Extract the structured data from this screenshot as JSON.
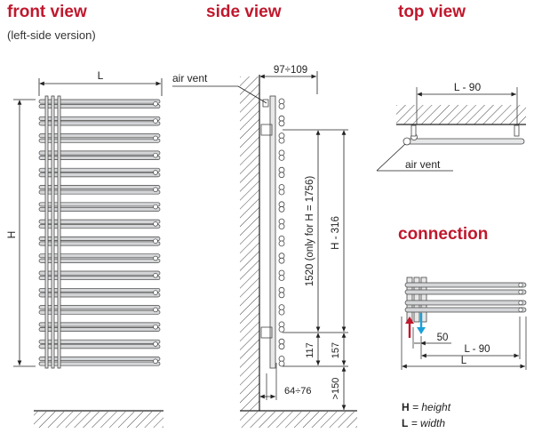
{
  "titles": {
    "front": "front view",
    "front_sub": "(left-side version)",
    "side": "side view",
    "top": "top view",
    "connection": "connection"
  },
  "front": {
    "width_label": "L",
    "height_label": "H"
  },
  "side": {
    "air_vent": "air vent",
    "depth_top": "97÷109",
    "spacing": "1520 (only for H = 1756)",
    "height_minus": "H - 316",
    "bottom_117": "117",
    "bottom_157": "157",
    "depth_bottom": "64÷76",
    "floor_gap": ">150"
  },
  "top": {
    "width": "L - 90",
    "air_vent": "air vent"
  },
  "connection": {
    "offset": "50",
    "pipe_span": "L - 90",
    "total": "L"
  },
  "legend": {
    "h_key": "H",
    "h_desc": "= height",
    "l_key": "L",
    "l_desc": "= width"
  },
  "colors": {
    "title": "#c0182d",
    "flow": "#c0182d",
    "return": "#1aa0d8",
    "tube_fill": "#d4d6d8"
  }
}
